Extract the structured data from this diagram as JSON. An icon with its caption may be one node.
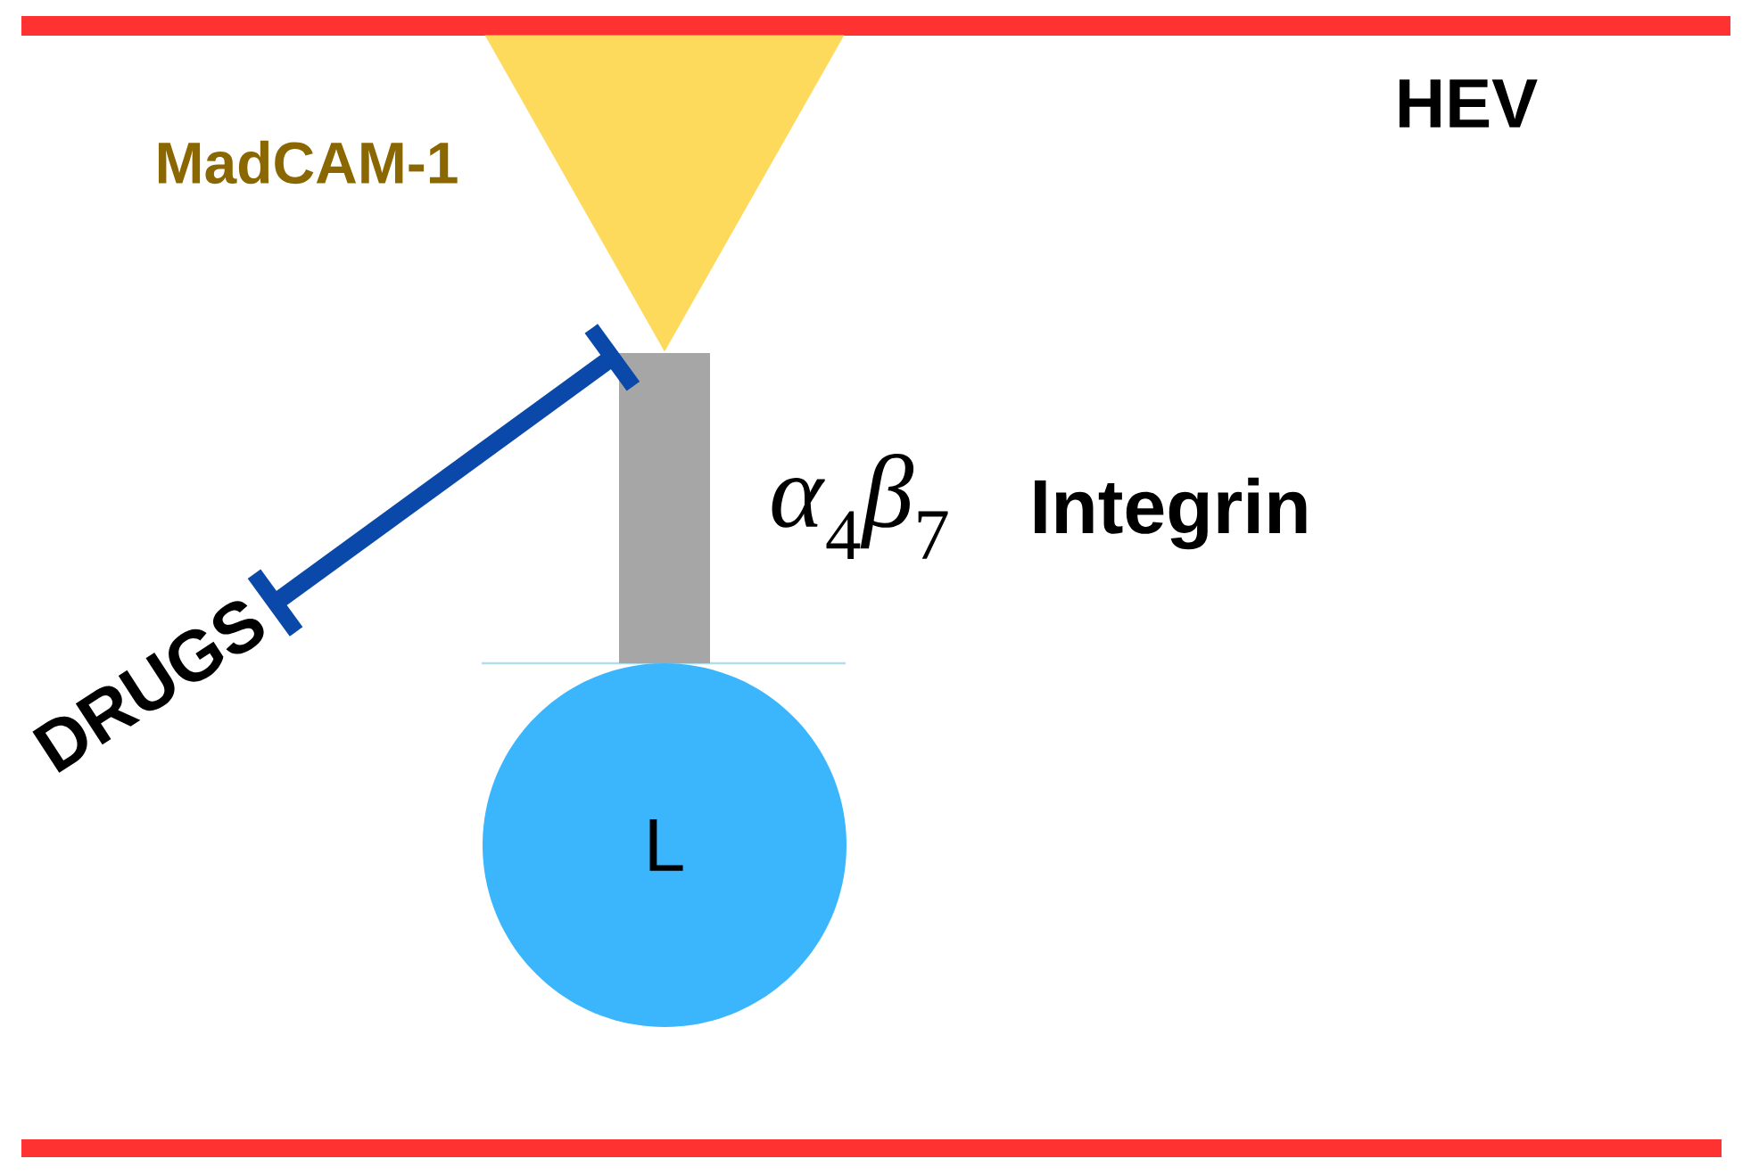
{
  "diagram": {
    "nodes": [
      {
        "text": [],
        "shape": "triangle",
        "beside": [
          "MadCAM-1"
        ]
      },
      {
        "text": [],
        "shape": "bar",
        "beside": [
          "*α*$_{4}$*β*$_{7}$",
          "Integrin"
        ]
      },
      {
        "text": [
          "DRUGS"
        ]
      },
      {
        "text": [
          "L"
        ]
      }
    ],
    "edges": [
      {
        "from": 2,
        "to": 1,
        "arrow": "other"
      }
    ],
    "labels": [
      "HEV"
    ]
  }
}
